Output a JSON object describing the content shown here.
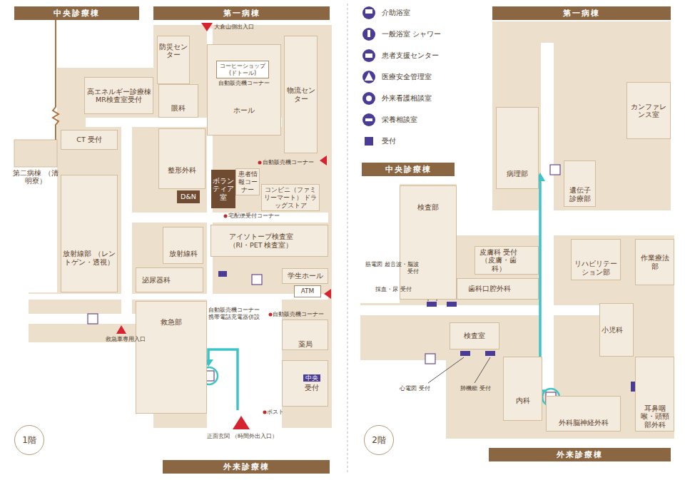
{
  "diagram": {
    "nodes": [
      {
        "text": [
          "中央診療棟"
        ]
      },
      {
        "text": [
          "第一病棟"
        ]
      },
      {
        "text": [
          "防災センター"
        ]
      },
      {
        "text": [
          "ホール"
        ]
      },
      {
        "text": [
          "コーヒーショップ (ドトール)"
        ],
        "in": 3
      },
      {
        "text": [
          "高エネルギー診療棟 MR検査室受付"
        ]
      },
      {
        "text": [
          "眼科"
        ]
      },
      {
        "text": [
          "物流センター"
        ]
      },
      {
        "text": [
          "CT 受付"
        ]
      },
      {
        "text": [
          "整形外科"
        ]
      },
      {
        "text": [
          "第二病棟 （清明寮）"
        ]
      },
      {
        "text": [
          "D&N"
        ]
      },
      {
        "text": [
          "ボランティア室"
        ]
      },
      {
        "text": [
          "患者情報コーナー"
        ]
      },
      {
        "text": [
          "コンビニ（ファミリーマート） ドラッグストア"
        ]
      },
      {
        "text": [
          "放射線部 （レントゲン・透視）"
        ]
      },
      {
        "text": [
          "アイソトープ検査室 （RI・PET 検査室）"
        ]
      },
      {
        "text": [
          "放射線科"
        ]
      },
      {
        "text": [
          "泌尿器科"
        ]
      },
      {
        "text": [
          "学生ホール"
        ]
      },
      {
        "text": [
          "ATM"
        ]
      },
      {
        "text": [
          "救急部"
        ]
      },
      {
        "text": [
          "薬局"
        ]
      },
      {
        "text": [
          "中央",
          "受付"
        ]
      },
      {
        "text": [
          "外来診療棟"
        ]
      },
      {
        "text": [
          "1階"
        ]
      },
      {
        "text": [
          "第一病棟"
        ]
      },
      {
        "text": [
          "カンファレンス室"
        ]
      },
      {
        "text": [
          "病理部"
        ]
      },
      {
        "text": [
          "遺伝子診療部"
        ]
      },
      {
        "text": [
          "中央診療棟"
        ]
      },
      {
        "text": [
          "検査部"
        ]
      },
      {
        "text": [
          "皮膚科 受付 （皮膚・歯科）"
        ]
      },
      {
        "text": [
          "リハビリテーション部"
        ]
      },
      {
        "text": [
          "作業療法部"
        ]
      },
      {
        "text": [
          "歯科口腔外科"
        ]
      },
      {
        "text": [
          "検査室"
        ]
      },
      {
        "text": [
          "小児科"
        ]
      },
      {
        "text": [
          "内科"
        ]
      },
      {
        "text": [
          "耳鼻咽喉・頭頸部外科"
        ]
      },
      {
        "text": [
          "外科脳神経外科"
        ]
      },
      {
        "text": [
          "外来診療棟"
        ]
      },
      {
        "text": [
          "2階"
        ]
      }
    ],
    "labels": [
      "大倉山側出入口",
      "自動販売機コーナー",
      "自動販売機コーナー",
      "宅配便受付コーナー",
      "自動販売機コーナー 携帯電話充電器併設",
      "自動販売機コーナー",
      "救急車専用入口",
      "ポスト",
      "正面玄関 （時間外出入口）",
      "筋電図 超音波・脳波 受付",
      "採血・尿 受付",
      "心電図 受付",
      "肺機能 受付"
    ],
    "legend": [
      {
        "text": "介助浴室"
      },
      {
        "text": "一般浴室 シャワー"
      },
      {
        "text": "患者支援センター"
      },
      {
        "text": "医療安全管理室"
      },
      {
        "text": "外来看護相談室"
      },
      {
        "text": "栄養相談室"
      },
      {
        "text": "受付",
        "color": "#4a3b94"
      }
    ]
  }
}
